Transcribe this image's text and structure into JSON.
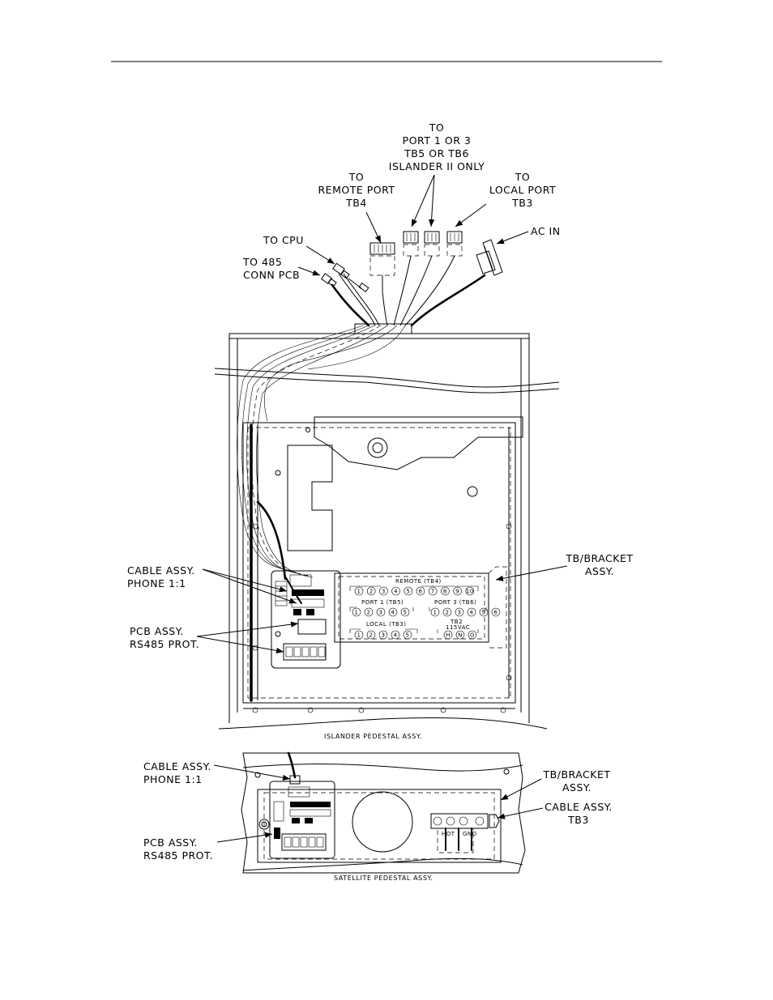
{
  "top_labels": {
    "to_port": [
      "TO",
      "PORT 1 OR 3",
      "TB5 OR TB6",
      "ISLANDER II ONLY"
    ],
    "to_remote": [
      "TO",
      "REMOTE PORT",
      "TB4"
    ],
    "to_local": [
      "TO",
      "LOCAL PORT",
      "TB3"
    ],
    "ac_in": "AC IN",
    "to_cpu": "TO CPU",
    "to_485": [
      "TO 485",
      "CONN PCB"
    ]
  },
  "islander": {
    "cable_assy": [
      "CABLE ASSY.",
      "PHONE 1:1"
    ],
    "pcb_assy": [
      "PCB ASSY.",
      "RS485 PROT."
    ],
    "tb_bracket": [
      "TB/BRACKET",
      "ASSY."
    ],
    "caption": "ISLANDER PEDESTAL ASSY.",
    "board": {
      "remote": "REMOTE (TB4)",
      "port1": "PORT 1 (TB5)",
      "port3": "PORT 3 (TB6)",
      "local": "LOCAL (TB3)",
      "tb2": [
        "TB2",
        "115VAC"
      ],
      "remote_terms": [
        "1",
        "2",
        "3",
        "4",
        "5",
        "6",
        "7",
        "8",
        "9",
        "10"
      ],
      "port1_terms": [
        "1",
        "2",
        "3",
        "4",
        "5"
      ],
      "port3_terms": [
        "1",
        "2",
        "3",
        "4",
        "5",
        "6"
      ],
      "local_terms": [
        "1",
        "2",
        "3",
        "4",
        "5"
      ],
      "tb2_terms": [
        "H",
        "N",
        "G"
      ]
    }
  },
  "satellite": {
    "cable_assy": [
      "CABLE ASSY.",
      "PHONE 1:1"
    ],
    "pcb_assy": [
      "PCB ASSY.",
      "RS485 PROT."
    ],
    "tb_bracket": [
      "TB/BRACKET",
      "ASSY."
    ],
    "cable_tb3": [
      "CABLE ASSY.",
      "TB3"
    ],
    "caption": "SATELLITE PEDESTAL ASSY.",
    "hot": "HOT",
    "gnd": "GND"
  }
}
